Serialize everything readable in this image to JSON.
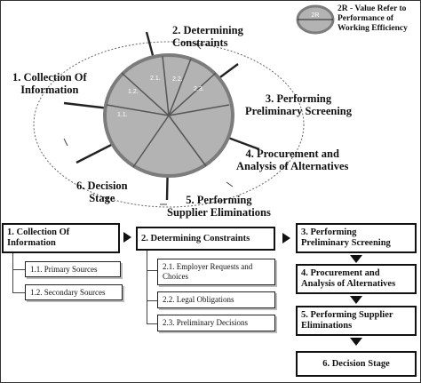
{
  "legend": {
    "symbol_label": "2R",
    "text": [
      "2R - Value Refer to",
      "Performance of",
      "Working Efficiency"
    ]
  },
  "wheel": {
    "stage_labels": {
      "s1": [
        "1. Collection Of",
        "Information"
      ],
      "s2": [
        "2. Determining",
        "Constraints"
      ],
      "s3": [
        "3. Performing",
        "Preliminary Screening"
      ],
      "s4": [
        "4. Procurement and",
        "Analysis of Alternatives"
      ],
      "s5": [
        "5. Performing",
        "Supplier Eliminations"
      ],
      "s6": [
        "6. Decision",
        "Stage"
      ]
    },
    "segments": [
      "1.1.",
      "1.2.",
      "2.1.",
      "2.2.",
      "2.3."
    ]
  },
  "flow": {
    "col1": {
      "title": [
        "1. Collection Of",
        "Information"
      ],
      "subs": [
        "1.1. Primary Sources",
        "1.2. Secondary Sources"
      ]
    },
    "col2": {
      "title": "2. Determining Constraints",
      "subs": [
        [
          "2.1. Employer Requests and",
          "Choices"
        ],
        "2.2. Legal Obligations",
        "2.3. Preliminary Decisions"
      ]
    },
    "col3": [
      [
        "3. Performing",
        "Preliminary Screening"
      ],
      [
        "4. Procurement and",
        "Analysis of Alternatives"
      ],
      [
        "5. Performing Supplier",
        "Eliminations"
      ],
      "6. Decision Stage"
    ]
  }
}
